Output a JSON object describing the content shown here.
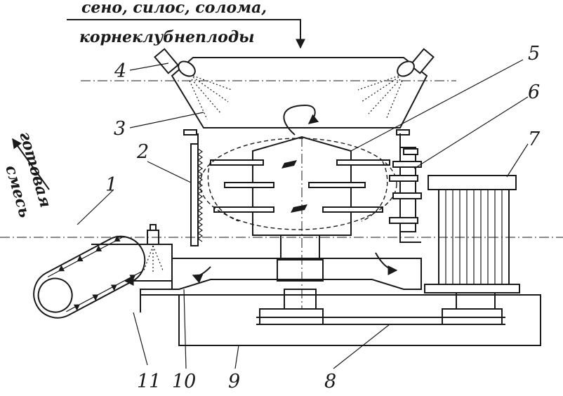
{
  "input_label": {
    "line1": "сено, силос, солома,",
    "line2": "корнеклубнеплоды"
  },
  "output_label": {
    "line1": "готовая",
    "line2": "смесь"
  },
  "callouts": [
    "1",
    "2",
    "3",
    "4",
    "5",
    "6",
    "7",
    "8",
    "9",
    "10",
    "11"
  ]
}
